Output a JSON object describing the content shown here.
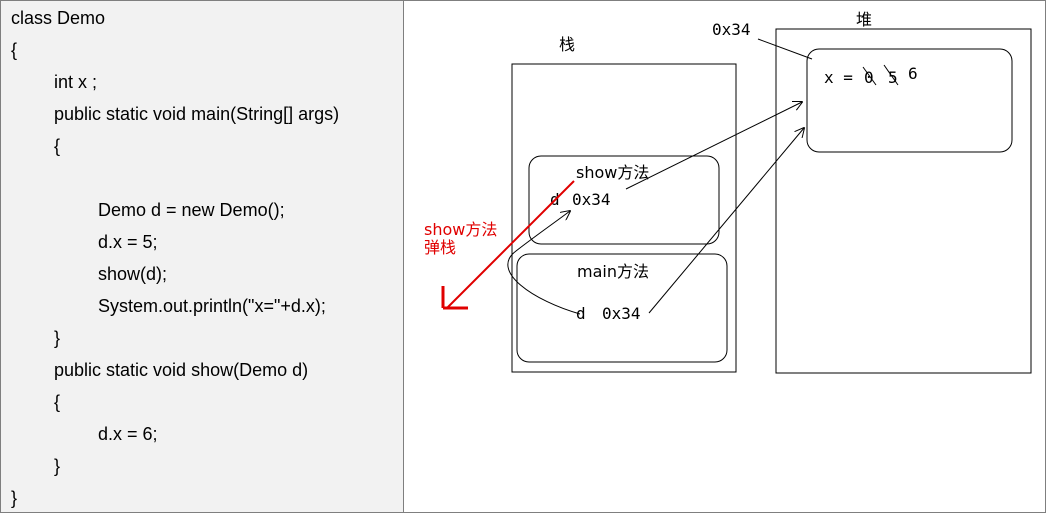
{
  "code": {
    "lines": [
      {
        "text": "class Demo",
        "indent": 0
      },
      {
        "text": "{",
        "indent": 0
      },
      {
        "text": "int x ;",
        "indent": 1
      },
      {
        "text": "public static void main(String[] args)",
        "indent": 1
      },
      {
        "text": "{",
        "indent": 1
      },
      {
        "text": "",
        "indent": 0
      },
      {
        "text": "Demo d = new Demo();",
        "indent": 2
      },
      {
        "text": "d.x = 5;",
        "indent": 2
      },
      {
        "text": "show(d);",
        "indent": 2
      },
      {
        "text": "System.out.println(\"x=\"+d.x);",
        "indent": 2
      },
      {
        "text": "}",
        "indent": 1
      },
      {
        "text": "public static void show(Demo d)",
        "indent": 1
      },
      {
        "text": "{",
        "indent": 1
      },
      {
        "text": "d.x = 6;",
        "indent": 2
      },
      {
        "text": "}",
        "indent": 1
      },
      {
        "text": "}",
        "indent": 0
      }
    ]
  },
  "diagram": {
    "stack_label": "栈",
    "heap_label": "堆",
    "heap_address": "0x34",
    "heap_field": "x = ",
    "heap_old_values": [
      "0",
      "5"
    ],
    "heap_new_value": "6",
    "show_frame": {
      "title": "show方法",
      "var": "d",
      "value": "0x34"
    },
    "main_frame": {
      "title": "main方法",
      "var": "d",
      "value": "0x34"
    },
    "pop_label_line1": "show方法",
    "pop_label_line2": "弹栈",
    "colors": {
      "line": "#000000",
      "annotation": "#e00000"
    }
  }
}
